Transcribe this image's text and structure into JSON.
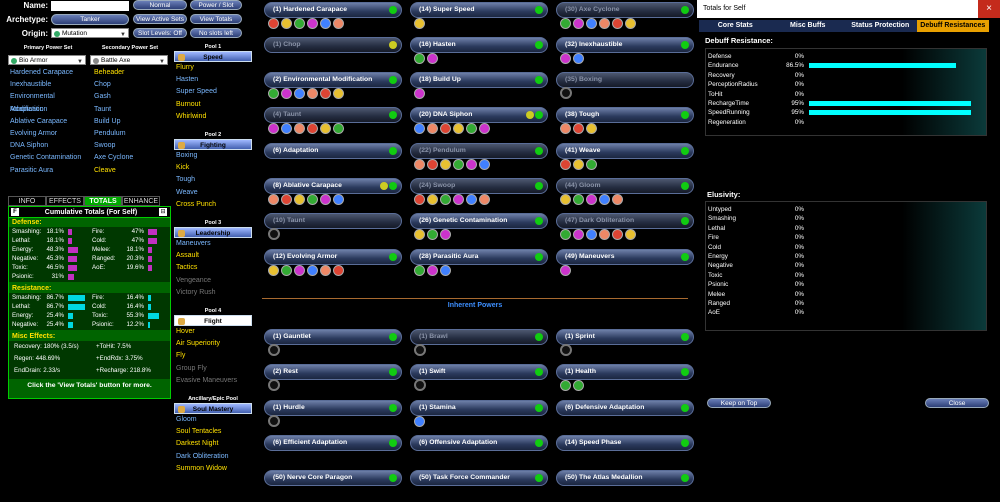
{
  "top": {
    "name_label": "Name:",
    "archetype_label": "Archetype:",
    "origin_label": "Origin:",
    "archetype": "Tanker",
    "origin": "Mutation",
    "btn_normal": "Normal",
    "btn_power_slot": "Power / Slot",
    "btn_view_active": "View Active Sets",
    "btn_view_totals": "View Totals",
    "btn_slot_levels": "Slot Levels: Off",
    "btn_no_slots": "No slots left"
  },
  "primary": {
    "title": "Primary Power Set",
    "selected": "Bio Armor",
    "items": [
      "Hardened Carapace",
      "Inexhaustible",
      "Environmental Modification",
      "Adaptation",
      "Ablative Carapace",
      "Evolving Armor",
      "DNA Siphon",
      "Genetic Contamination",
      "Parasitic Aura"
    ]
  },
  "secondary": {
    "title": "Secondary Power Set",
    "selected": "Battle Axe",
    "items": [
      "Beheader",
      "Chop",
      "Gash",
      "Taunt",
      "Build Up",
      "Pendulum",
      "Swoop",
      "Axe Cyclone",
      "Cleave"
    ]
  },
  "pools": [
    {
      "title": "Pool 1",
      "name": "Speed",
      "items": [
        "Flurry",
        "Hasten",
        "Super Speed",
        "Burnout",
        "Whirlwind"
      ]
    },
    {
      "title": "Pool 2",
      "name": "Fighting",
      "items": [
        "Boxing",
        "Kick",
        "Tough",
        "Weave",
        "Cross Punch"
      ]
    },
    {
      "title": "Pool 3",
      "name": "Leadership",
      "items": [
        "Maneuvers",
        "Assault",
        "Tactics",
        "Vengeance",
        "Victory Rush"
      ]
    },
    {
      "title": "Pool 4",
      "name": "Flight",
      "items": [
        "Hover",
        "Air Superiority",
        "Fly",
        "Group Fly",
        "Evasive Maneuvers"
      ]
    },
    {
      "title": "Ancillary/Epic Pool",
      "name": "Soul Mastery",
      "items": [
        "Gloom",
        "Soul Tentacles",
        "Darkest Night",
        "Dark Obliteration",
        "Summon Widow"
      ]
    }
  ],
  "info_tabs": [
    "INFO",
    "EFFECTS",
    "TOTALS",
    "ENHANCE"
  ],
  "totals": {
    "header": "Cumulative Totals (For Self)",
    "defense_title": "Defense:",
    "defense": [
      {
        "l": "Smashing:",
        "v": "18.1%",
        "f": 0.181
      },
      {
        "l": "Lethal:",
        "v": "18.1%",
        "f": 0.181
      },
      {
        "l": "Energy:",
        "v": "48.3%",
        "f": 0.483
      },
      {
        "l": "Negative:",
        "v": "45.3%",
        "f": 0.453
      },
      {
        "l": "Toxic:",
        "v": "46.5%",
        "f": 0.465
      },
      {
        "l": "Psionic:",
        "v": "31%",
        "f": 0.31
      }
    ],
    "defense_r": [
      {
        "l": "Fire:",
        "v": "47%",
        "f": 0.47
      },
      {
        "l": "Cold:",
        "v": "47%",
        "f": 0.47
      },
      {
        "l": "Melee:",
        "v": "18.1%",
        "f": 0.181
      },
      {
        "l": "Ranged:",
        "v": "20.3%",
        "f": 0.203
      },
      {
        "l": "AoE:",
        "v": "19.6%",
        "f": 0.196
      }
    ],
    "resist_title": "Resistance:",
    "resist": [
      {
        "l": "Smashing:",
        "v": "86.7%",
        "f": 0.867
      },
      {
        "l": "Lethal:",
        "v": "86.7%",
        "f": 0.867
      },
      {
        "l": "Energy:",
        "v": "25.4%",
        "f": 0.254
      },
      {
        "l": "Negative:",
        "v": "25.4%",
        "f": 0.254
      }
    ],
    "resist_r": [
      {
        "l": "Fire:",
        "v": "16.4%",
        "f": 0.164
      },
      {
        "l": "Cold:",
        "v": "16.4%",
        "f": 0.164
      },
      {
        "l": "Toxic:",
        "v": "55.3%",
        "f": 0.553
      },
      {
        "l": "Psionic:",
        "v": "12.2%",
        "f": 0.122
      }
    ],
    "misc_title": "Misc Effects:",
    "misc": [
      [
        "Recovery: 180% (3.5/s)",
        "+ToHit: 7.5%"
      ],
      [
        "Regen: 448.69%",
        "+EndRdx: 3.75%"
      ],
      [
        "EndDrain: 2.33/s",
        "+Recharge: 218.8%"
      ]
    ],
    "footer": "Click the 'View Totals' button for more."
  },
  "slots_col1": [
    {
      "name": "(1) Hardened Carapace",
      "ind": "g",
      "dim": false,
      "enh": 6
    },
    {
      "name": "(1) Chop",
      "ind": "y",
      "dim": true,
      "enh": 0
    },
    {
      "name": "(2) Environmental Modification",
      "ind": "g",
      "dim": false,
      "enh": 6
    },
    {
      "name": "(4) Taunt",
      "ind": "g",
      "dim": true,
      "enh": 6
    },
    {
      "name": "(6) Adaptation",
      "ind": "g",
      "dim": false,
      "enh": 0
    },
    {
      "name": "(8) Ablative Carapace",
      "ind": "yg",
      "dim": false,
      "enh": 6
    },
    {
      "name": "(10) Taunt",
      "ind": "",
      "dim": true,
      "enh": -1
    },
    {
      "name": "(12) Evolving Armor",
      "ind": "g",
      "dim": false,
      "enh": 6
    }
  ],
  "slots_col2": [
    {
      "name": "(14) Super Speed",
      "ind": "g",
      "dim": false,
      "enh": 1
    },
    {
      "name": "(16) Hasten",
      "ind": "g",
      "dim": false,
      "enh": 2
    },
    {
      "name": "(18) Build Up",
      "ind": "g",
      "dim": false,
      "enh": 1
    },
    {
      "name": "(20) DNA Siphon",
      "ind": "yg",
      "dim": false,
      "enh": 6
    },
    {
      "name": "(22) Pendulum",
      "ind": "g",
      "dim": true,
      "enh": 6
    },
    {
      "name": "(24) Swoop",
      "ind": "g",
      "dim": true,
      "enh": 6
    },
    {
      "name": "(26) Genetic Contamination",
      "ind": "g",
      "dim": false,
      "enh": 3
    },
    {
      "name": "(28) Parasitic Aura",
      "ind": "g",
      "dim": false,
      "enh": 3
    }
  ],
  "slots_col3": [
    {
      "name": "(30) Axe Cyclone",
      "ind": "g",
      "dim": true,
      "enh": 6
    },
    {
      "name": "(32) Inexhaustible",
      "ind": "g",
      "dim": false,
      "enh": 2
    },
    {
      "name": "(35) Boxing",
      "ind": "",
      "dim": true,
      "enh": -1
    },
    {
      "name": "(38) Tough",
      "ind": "g",
      "dim": false,
      "enh": 3
    },
    {
      "name": "(41) Weave",
      "ind": "g",
      "dim": false,
      "enh": 3
    },
    {
      "name": "(44) Gloom",
      "ind": "g",
      "dim": true,
      "enh": 5
    },
    {
      "name": "(47) Dark Obliteration",
      "ind": "g",
      "dim": true,
      "enh": 6
    },
    {
      "name": "(49) Maneuvers",
      "ind": "g",
      "dim": false,
      "enh": 1
    }
  ],
  "inherent_title": "Inherent Powers",
  "inherent": [
    [
      "(1) Gauntlet",
      "(1) Brawl",
      "(1) Sprint"
    ],
    [
      "(2) Rest",
      "(1) Swift",
      "(1) Health"
    ],
    [
      "(1) Hurdle",
      "(1) Stamina",
      "(6) Defensive Adaptation"
    ],
    [
      "(6) Efficient Adaptation",
      "(6) Offensive Adaptation",
      "(14) Speed Phase"
    ],
    [
      "(50) Nerve Core Paragon",
      "(50) Task Force Commander",
      "(50) The Atlas Medallion"
    ]
  ],
  "window": {
    "title": "Totals for Self",
    "close": "×",
    "tabs": [
      "Core Stats",
      "Misc Buffs",
      "Status Protection",
      "Debuff Resistances"
    ],
    "debuff_title": "Debuff Resistance:",
    "debuff": [
      {
        "l": "Defense",
        "v": "0%",
        "f": 0
      },
      {
        "l": "Endurance",
        "v": "86.5%",
        "f": 0.865
      },
      {
        "l": "Recovery",
        "v": "0%",
        "f": 0
      },
      {
        "l": "PerceptionRadius",
        "v": "0%",
        "f": 0
      },
      {
        "l": "ToHit",
        "v": "0%",
        "f": 0
      },
      {
        "l": "RechargeTime",
        "v": "95%",
        "f": 0.95
      },
      {
        "l": "SpeedRunning",
        "v": "95%",
        "f": 0.95
      },
      {
        "l": "Regeneration",
        "v": "0%",
        "f": 0
      }
    ],
    "elus_title": "Elusivity:",
    "elus": [
      {
        "l": "Untyped",
        "v": "0%"
      },
      {
        "l": "Smashing",
        "v": "0%"
      },
      {
        "l": "Lethal",
        "v": "0%"
      },
      {
        "l": "Fire",
        "v": "0%"
      },
      {
        "l": "Cold",
        "v": "0%"
      },
      {
        "l": "Energy",
        "v": "0%"
      },
      {
        "l": "Negative",
        "v": "0%"
      },
      {
        "l": "Toxic",
        "v": "0%"
      },
      {
        "l": "Psionic",
        "v": "0%"
      },
      {
        "l": "Melee",
        "v": "0%"
      },
      {
        "l": "Ranged",
        "v": "0%"
      },
      {
        "l": "AoE",
        "v": "0%"
      }
    ],
    "keep_on_top": "Keep on Top",
    "close_btn": "Close"
  },
  "enh_colors": [
    "#d43",
    "#e8c030",
    "#3a3",
    "#c3c",
    "#4080ff",
    "#e86"
  ]
}
